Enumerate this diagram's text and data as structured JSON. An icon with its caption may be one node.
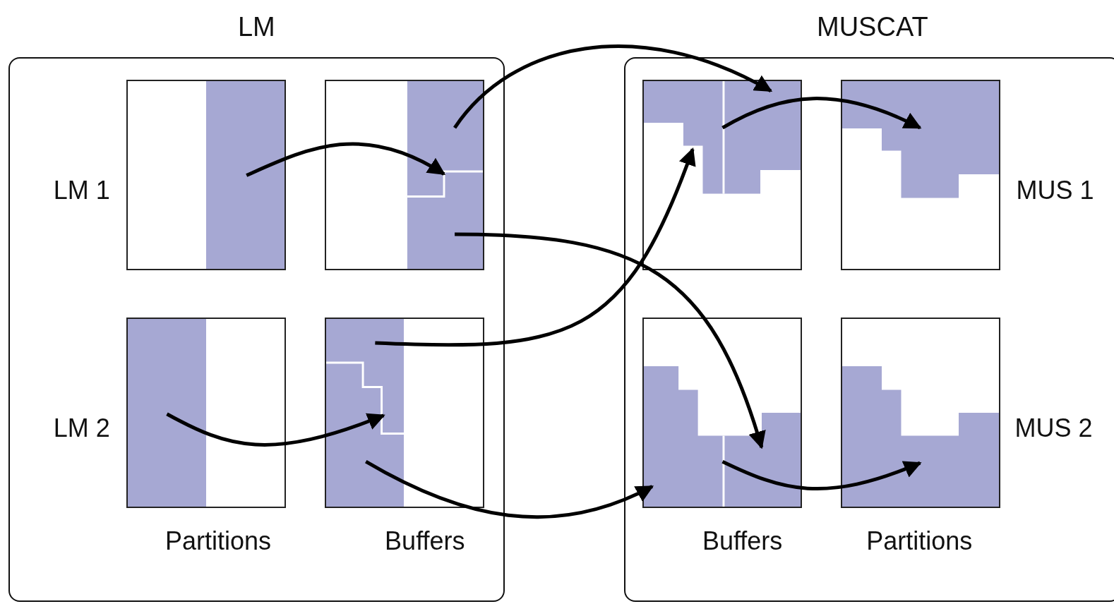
{
  "diagram": {
    "nodes": [
      {
        "text": [
          "LM"
        ]
      },
      {
        "text": [],
        "shape": "box",
        "in": 0
      },
      {
        "text": [],
        "shape": "box",
        "in": 0
      },
      {
        "text": [],
        "shape": "box",
        "in": 0
      },
      {
        "text": [],
        "shape": "box",
        "in": 0
      },
      {
        "text": [
          "MUSCAT"
        ]
      },
      {
        "text": [],
        "shape": "box",
        "in": 5
      },
      {
        "text": [],
        "shape": "box",
        "in": 5
      },
      {
        "text": [],
        "shape": "box",
        "in": 5
      },
      {
        "text": [],
        "shape": "box",
        "in": 5
      }
    ],
    "edges": [
      {
        "from": 1,
        "to": 2,
        "arrow": "to"
      },
      {
        "from": 2,
        "to": 6,
        "arrow": "to"
      },
      {
        "from": 2,
        "to": 8,
        "arrow": "to"
      },
      {
        "from": 3,
        "to": 4,
        "arrow": "to"
      },
      {
        "from": 4,
        "to": 6,
        "arrow": "to"
      },
      {
        "from": 4,
        "to": 8,
        "arrow": "to"
      },
      {
        "from": 6,
        "to": 7,
        "arrow": "to"
      },
      {
        "from": 8,
        "to": 9,
        "arrow": "to"
      }
    ],
    "labels": [
      "LM 1",
      "LM 2",
      "Partitions",
      "Buffers",
      "MUS 1",
      "MUS 2",
      "Buffers",
      "Partitions"
    ]
  }
}
